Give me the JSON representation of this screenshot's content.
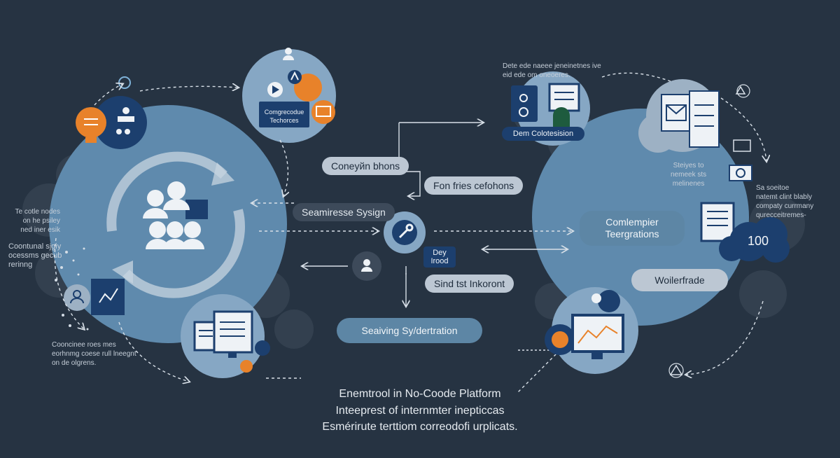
{
  "colors": {
    "background": "#263342",
    "circle": "#5f8aad",
    "panel": "#9db1c4",
    "navy": "#1c3f6e",
    "accent_orange": "#e8822a",
    "white": "#eef2f6",
    "label_light": "#bcc7d3",
    "label_dark": "#3d4a5a"
  },
  "icons": [
    "refresh-cycle-icon",
    "people-group-icon",
    "lightbulb-icon",
    "org-chart-icon",
    "user-card-icon",
    "chart-icon",
    "document-icon",
    "cursor-icon",
    "money-icon",
    "wrench-icon",
    "user-icon",
    "mail-icon",
    "id-card-icon",
    "laptop-icon",
    "camera-icon",
    "checklist-icon",
    "cloud-icon",
    "line-chart-monitor-icon",
    "warning-icon",
    "play-icon",
    "settings-icon"
  ],
  "labels": {
    "conway": "Conеyйn bhons",
    "fonfries": "Fon fries cefohons",
    "seamless": "Seamiresse Sysign",
    "dev": "Dey\nIrood",
    "sind": "Sind tst Inkoront",
    "serving": "Seaiving Sy/dertration",
    "comlempier": "Comlempier\nTeergrations",
    "workerfrade": "Woilerfrade",
    "compo": "Comgrecodue\nTechorces",
    "dem": "Dem Colotesision",
    "hundred": "100"
  },
  "notes": {
    "left_top": "Te cotle nodes\non he psiley\nned iner esik",
    "left_mid": "Coontunal sjgiy\nocessms gecub\nrerinng",
    "left_bottom": "Cooncinee roes mes\neorhnmg coese rull lneegnt\non de olgrens.",
    "top_center": "Dete ede naeee jeneinetnes ive\neid ede om oneoeres.",
    "right_mid": "Steiyes to\nnemeek sts\nmelinenes",
    "right_side": "Sa soeitoe\nnatemt clint blably\ncompaty currmany\nqurecceitremes-"
  },
  "caption": [
    "Enemtrool in No-Coode Platform",
    "Inteeprest of internmter inepticcas",
    "Esmérirute terttiom correodofi urplicats."
  ]
}
